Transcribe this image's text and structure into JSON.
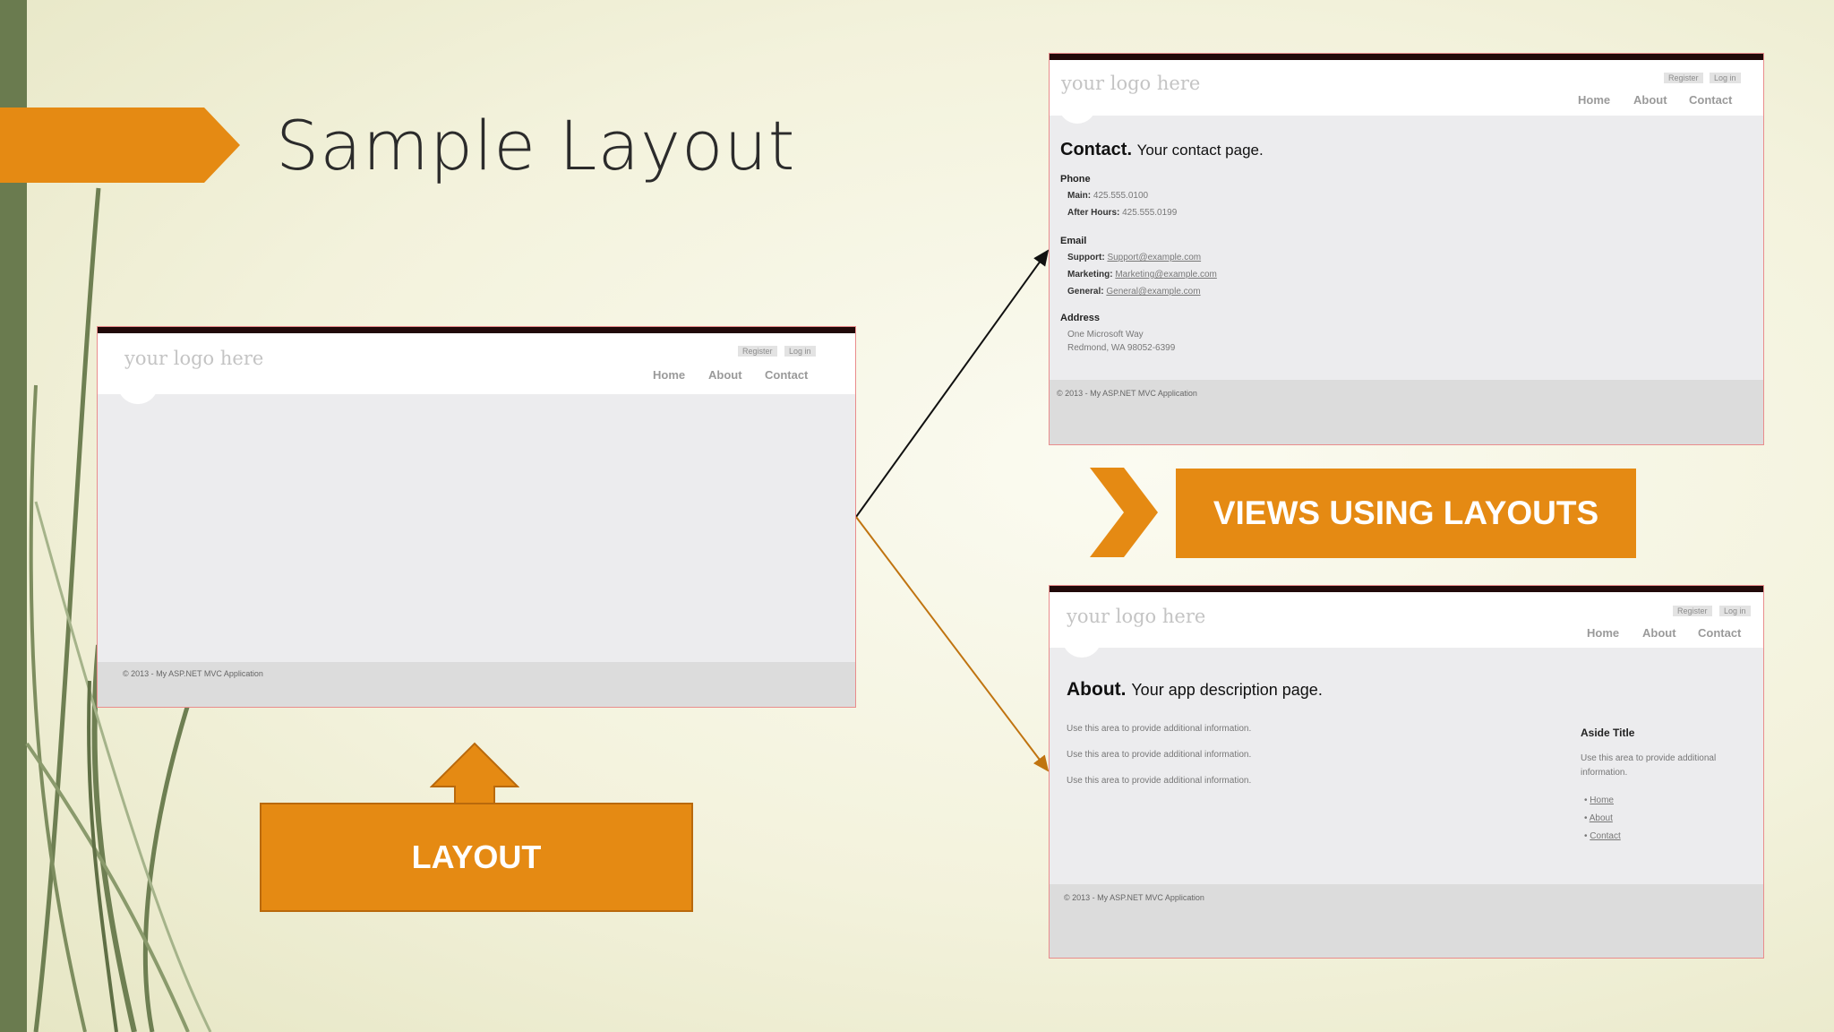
{
  "slide": {
    "title": "Sample Layout"
  },
  "labels": {
    "layout": "LAYOUT",
    "views": "VIEWS USING LAYOUTS"
  },
  "common": {
    "logo": "your logo here",
    "register": "Register",
    "login": "Log in",
    "nav": [
      "Home",
      "About",
      "Contact"
    ],
    "footer": "© 2013 - My ASP.NET MVC Application"
  },
  "contact_page": {
    "heading_bold": "Contact.",
    "heading_rest": "Your contact page.",
    "phone_title": "Phone",
    "main_label": "Main:",
    "main_value": "425.555.0100",
    "after_label": "After Hours:",
    "after_value": "425.555.0199",
    "email_title": "Email",
    "support_label": "Support:",
    "support_value": "Support@example.com",
    "marketing_label": "Marketing:",
    "marketing_value": "Marketing@example.com",
    "general_label": "General:",
    "general_value": "General@example.com",
    "address_title": "Address",
    "address_line1": "One Microsoft Way",
    "address_line2": "Redmond, WA 98052-6399"
  },
  "about_page": {
    "heading_bold": "About.",
    "heading_rest": "Your app description page.",
    "body_lines": [
      "Use this area to provide additional information.",
      "Use this area to provide additional information.",
      "Use this area to provide additional information."
    ],
    "aside_title": "Aside Title",
    "aside_line1": "Use this area to provide additional",
    "aside_line2": "information.",
    "aside_links": [
      "Home",
      "About",
      "Contact"
    ]
  },
  "colors": {
    "accent": "#e58a13",
    "left_bar": "#6a7b4f",
    "window_bar": "#210909"
  },
  "icons": [
    "chevron-right-icon",
    "up-arrow-icon"
  ]
}
